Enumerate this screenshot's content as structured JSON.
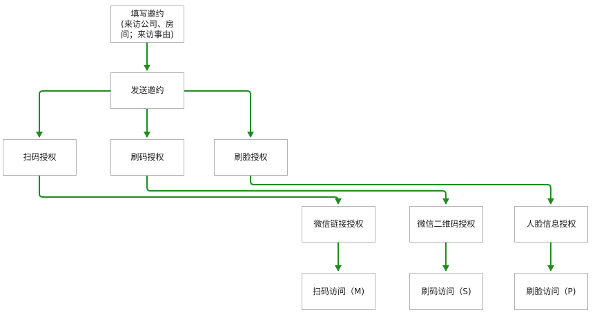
{
  "nodes": {
    "fill_invite": [
      "填写邀约",
      "(来访公司、房",
      "间；来访事由)"
    ],
    "send_invite": "发送邀约",
    "scan_auth": "扫码授权",
    "swipe_code_auth": "刷码授权",
    "face_auth": "刷脸授权",
    "wechat_link_auth": "微信链接授权",
    "wechat_qr_auth": "微信二维码授权",
    "face_info_auth": "人脸信息授权",
    "scan_visit": "扫码访问（M)",
    "swipe_code_visit": "刷码访问（S)",
    "face_visit": "刷脸访问（P)"
  },
  "colors": {
    "connector": "#1e8c1e",
    "border": "#b3b3b3"
  }
}
